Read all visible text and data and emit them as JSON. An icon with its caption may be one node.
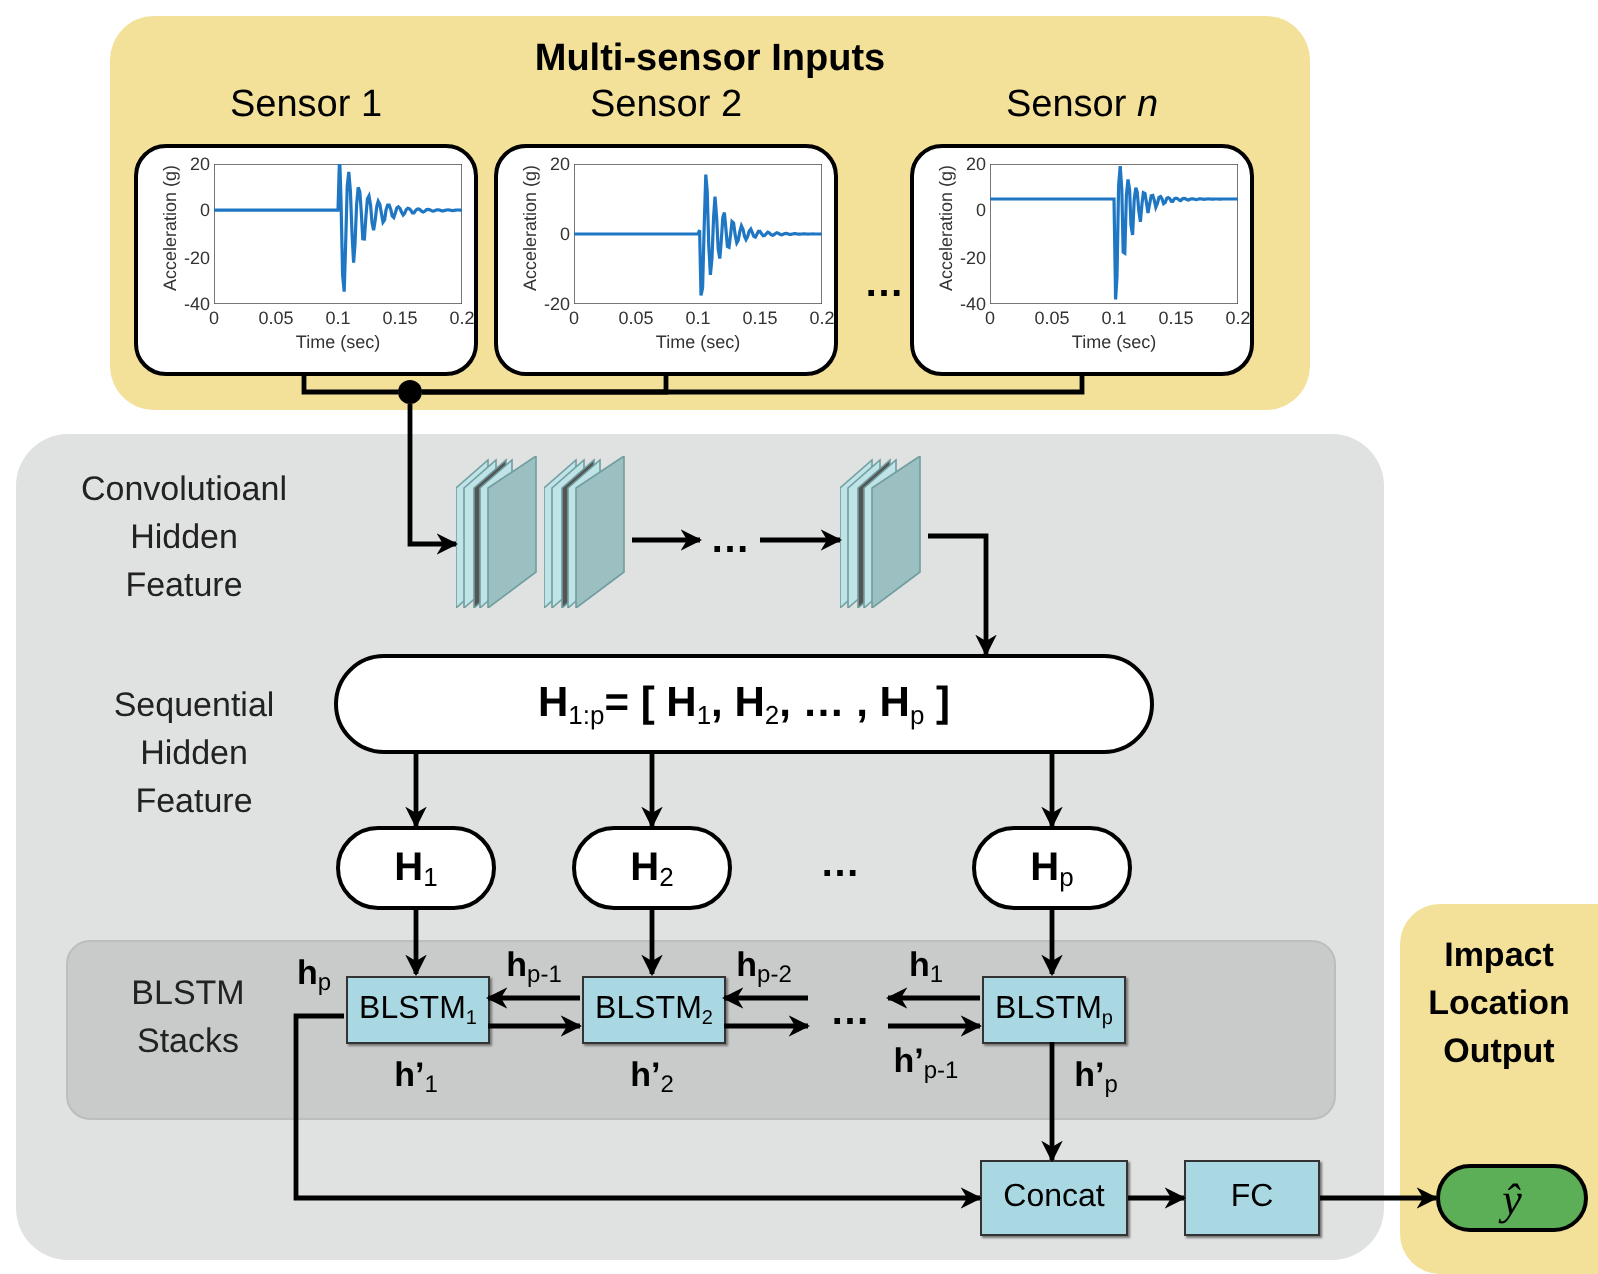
{
  "diagram": {
    "nodes": [
      {
        "text": [
          "Multi-sensor Inputs"
        ]
      },
      {
        "text": [
          "Sensor 1",
          "Acceleration (g)",
          "20",
          "0",
          "-20",
          "-40",
          "0",
          "0.05",
          "0.1",
          "0.15",
          "0.2",
          "Time (sec)"
        ],
        "in": 0
      },
      {
        "text": [
          "Sensor 2",
          "Acceleration (g)",
          "20",
          "0",
          "-20",
          "0",
          "0.05",
          "0.1",
          "0.15",
          "0.2",
          "Time (sec)"
        ],
        "in": 0
      },
      {
        "text": [
          "Sensor *n*",
          "Acceleration (g)",
          "20",
          "0",
          "-20",
          "-40",
          "0",
          "0.05",
          "0.1",
          "0.15",
          "0.2",
          "Time (sec)"
        ],
        "in": 0
      },
      {
        "text": [],
        "shape": "circle",
        "in": 0
      },
      {
        "text": [
          "Convolutioanl Hidden Feature",
          "Sequential Hidden Feature"
        ]
      },
      {
        "text": [],
        "shape": "box",
        "in": 5
      },
      {
        "text": [],
        "shape": "box",
        "in": 5
      },
      {
        "text": [
          "…"
        ],
        "in": 5
      },
      {
        "text": [],
        "shape": "box",
        "in": 5
      },
      {
        "text": [
          "H$_{1:p}$= [ H$_{1}$, H$_{2}$, … , H$_{p}$ ]"
        ],
        "in": 5
      },
      {
        "text": [
          "H$_{1}$"
        ],
        "in": 5
      },
      {
        "text": [
          "H$_{2}$"
        ],
        "in": 5
      },
      {
        "text": [
          "H$_{p}$"
        ],
        "in": 5
      },
      {
        "text": [
          "BLSTM Stacks"
        ],
        "in": 5
      },
      {
        "text": [
          "BLSTM$_{1}$"
        ],
        "in": 14
      },
      {
        "text": [
          "BLSTM$_{2}$"
        ],
        "in": 14
      },
      {
        "text": [
          "…"
        ],
        "in": 14
      },
      {
        "text": [
          "BLSTM$_{p}$"
        ],
        "in": 14
      },
      {
        "text": [
          "Concat"
        ],
        "in": 5
      },
      {
        "text": [
          "FC"
        ],
        "in": 5
      },
      {
        "text": [
          "Impact Location Output"
        ]
      },
      {
        "text": [
          "ŷ"
        ],
        "in": 21
      }
    ],
    "edges": [
      {
        "from": 1,
        "to": 4,
        "arrow": "none"
      },
      {
        "from": 2,
        "to": 4,
        "arrow": "none"
      },
      {
        "from": 3,
        "to": 4,
        "arrow": "none"
      },
      {
        "from": 4,
        "to": 6,
        "arrow": "to"
      },
      {
        "from": 7,
        "to": 8,
        "arrow": "to"
      },
      {
        "from": 8,
        "to": 9,
        "arrow": "to"
      },
      {
        "from": 9,
        "to": 10,
        "arrow": "to"
      },
      {
        "from": 10,
        "to": 11,
        "arrow": "to"
      },
      {
        "from": 10,
        "to": 12,
        "arrow": "to"
      },
      {
        "from": 10,
        "to": 13,
        "arrow": "to"
      },
      {
        "from": 11,
        "to": 15,
        "arrow": "to"
      },
      {
        "from": 12,
        "to": 16,
        "arrow": "to"
      },
      {
        "from": 13,
        "to": 18,
        "arrow": "to"
      },
      {
        "from": 16,
        "to": 15,
        "arrow": "to",
        "label": "h$_{p-1}$"
      },
      {
        "from": 15,
        "to": 16,
        "arrow": "to",
        "label": "h’$_{1}$"
      },
      {
        "from": 17,
        "to": 16,
        "arrow": "to",
        "label": "h$_{p-2}$"
      },
      {
        "from": 16,
        "to": 17,
        "arrow": "to",
        "label": "h’$_{2}$"
      },
      {
        "from": 18,
        "to": 17,
        "arrow": "to",
        "label": "h$_{1}$"
      },
      {
        "from": 17,
        "to": 18,
        "arrow": "to",
        "label": "h’$_{p-1}$"
      },
      {
        "from": 15,
        "to": 19,
        "arrow": "to",
        "label": "h$_{p}$"
      },
      {
        "from": 18,
        "to": 19,
        "arrow": "to",
        "label": "h’$_{p}$"
      },
      {
        "from": 19,
        "to": 20,
        "arrow": "to"
      },
      {
        "from": 20,
        "to": 22,
        "arrow": "to"
      }
    ],
    "labels": [
      "…",
      "…"
    ]
  }
}
